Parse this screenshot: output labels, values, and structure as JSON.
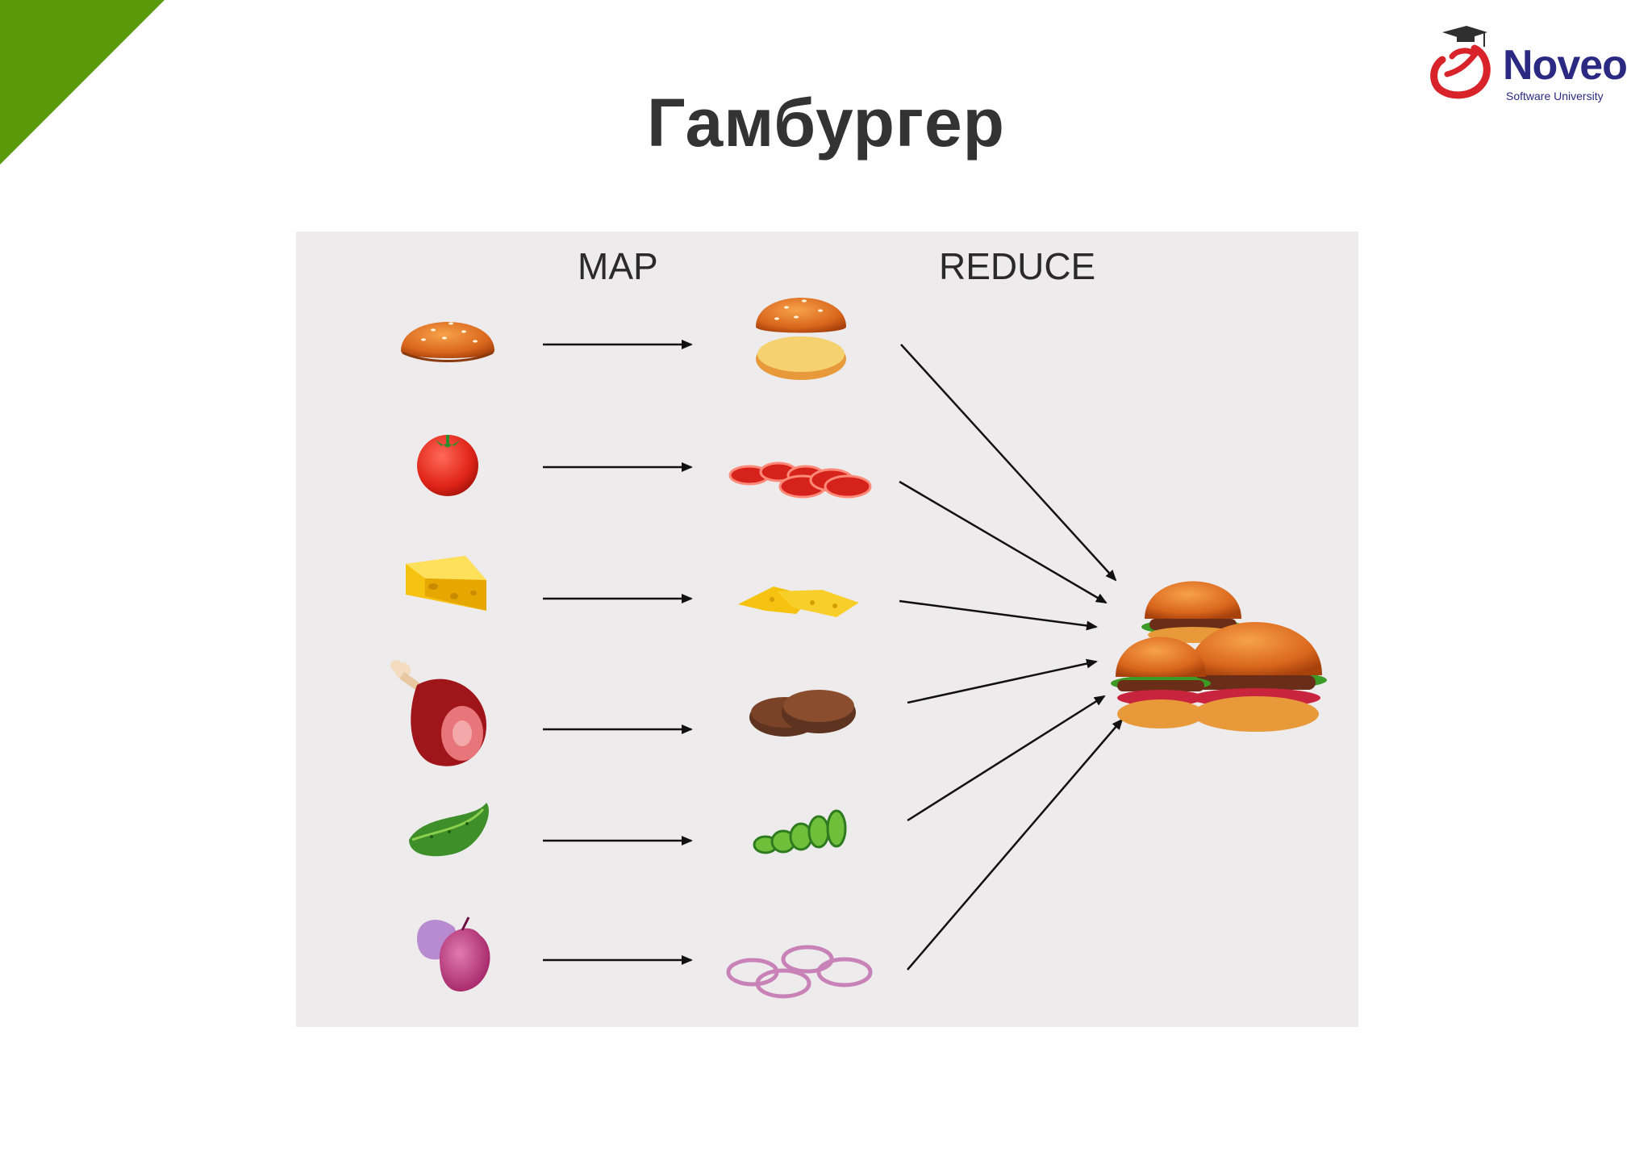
{
  "slide": {
    "title": "Гамбургер",
    "accent_color": "#5a9a0a"
  },
  "logo": {
    "name": "Noveo",
    "subtitle": "Software University",
    "brand_color": "#2b2a83",
    "mark_color": "#d9232a"
  },
  "diagram": {
    "map_label": "MAP",
    "reduce_label": "REDUCE",
    "rows": [
      {
        "input": "bun-icon",
        "output": "sliced-bun-icon"
      },
      {
        "input": "tomato-icon",
        "output": "tomato-slices-icon"
      },
      {
        "input": "cheese-icon",
        "output": "cheese-slices-icon"
      },
      {
        "input": "ham-icon",
        "output": "patties-icon"
      },
      {
        "input": "cucumber-icon",
        "output": "cucumber-slices-icon"
      },
      {
        "input": "onion-icon",
        "output": "onion-rings-icon"
      }
    ],
    "result": "burgers-icon"
  }
}
